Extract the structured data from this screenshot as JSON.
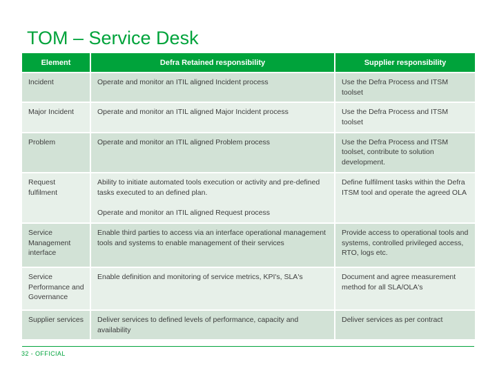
{
  "slide": {
    "title": "TOM – Service Desk",
    "footer": {
      "label": "32 - OFFICIAL"
    },
    "colors": {
      "brand_green": "#00a33b",
      "row_dark": "#d2e2d6",
      "row_light": "#e7f0e9",
      "header_text": "#ffffff",
      "body_text": "#3d3d3d"
    },
    "table": {
      "headers": [
        "Element",
        "Defra Retained responsibility",
        "Supplier responsibility"
      ],
      "rows": [
        {
          "element": "Incident",
          "defra": [
            "Operate and monitor an ITIL aligned Incident process"
          ],
          "supplier": "Use the Defra Process and ITSM toolset"
        },
        {
          "element": "Major Incident",
          "defra": [
            "Operate and monitor an ITIL aligned Major Incident process"
          ],
          "supplier": "Use the Defra Process and ITSM toolset"
        },
        {
          "element": "Problem",
          "defra": [
            "Operate and monitor an ITIL aligned Problem process"
          ],
          "supplier": "Use the Defra Process and ITSM toolset, contribute to solution development."
        },
        {
          "element": "Request fulfilment",
          "defra": [
            "Ability to initiate automated tools execution or activity and pre-defined tasks executed to an defined plan.",
            "Operate and monitor an ITIL aligned Request process"
          ],
          "supplier": "Define fulfilment tasks within the Defra ITSM tool and operate the agreed OLA"
        },
        {
          "element": "Service Management interface",
          "defra": [
            "Enable third parties to access via an interface operational management tools and systems to enable management of their services"
          ],
          "supplier": "Provide access to operational tools and systems, controlled privileged access, RTO, logs etc."
        },
        {
          "element": "Service Performance and Governance",
          "defra": [
            "Enable definition and monitoring of service metrics, KPI's, SLA's"
          ],
          "supplier": "Document and agree measurement method for all SLA/OLA's"
        },
        {
          "element": "Supplier services",
          "defra": [
            "Deliver services to defined levels of performance, capacity and availability"
          ],
          "supplier": "Deliver services as per contract"
        }
      ]
    }
  }
}
